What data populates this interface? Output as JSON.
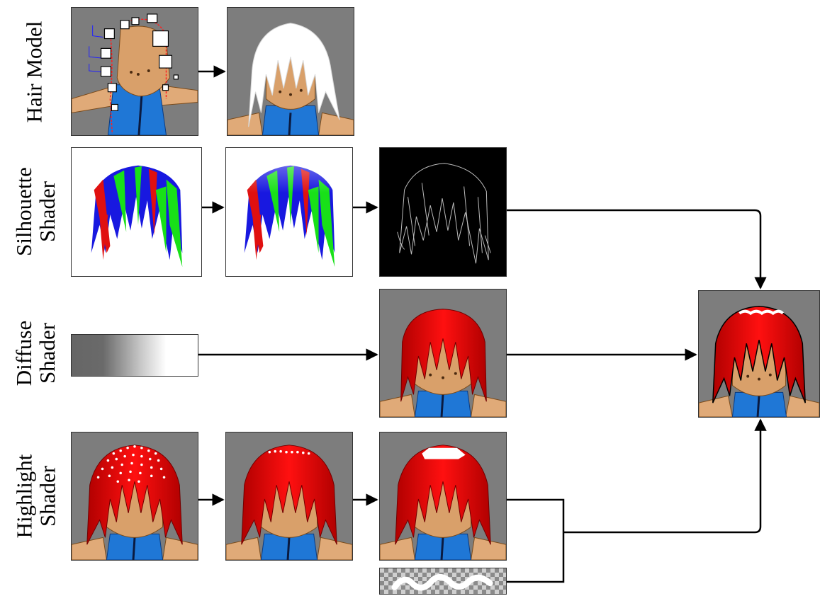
{
  "rows": [
    {
      "id": "hair-model",
      "label_lines": [
        "Hair Model"
      ]
    },
    {
      "id": "silhouette",
      "label_lines": [
        "Silhouette",
        "Shader"
      ]
    },
    {
      "id": "diffuse",
      "label_lines": [
        "Diffuse",
        "Shader"
      ]
    },
    {
      "id": "highlight",
      "label_lines": [
        "Highlight",
        "Shader"
      ]
    }
  ],
  "colors": {
    "hair_red": "#e60000",
    "hair_white": "#ffffff",
    "skin": "#e0aa78",
    "shirt": "#1f77d6",
    "background_gray": "#7d7d7d",
    "channel_red": "#e01010",
    "channel_green": "#18e018",
    "channel_blue": "#1818e0"
  }
}
